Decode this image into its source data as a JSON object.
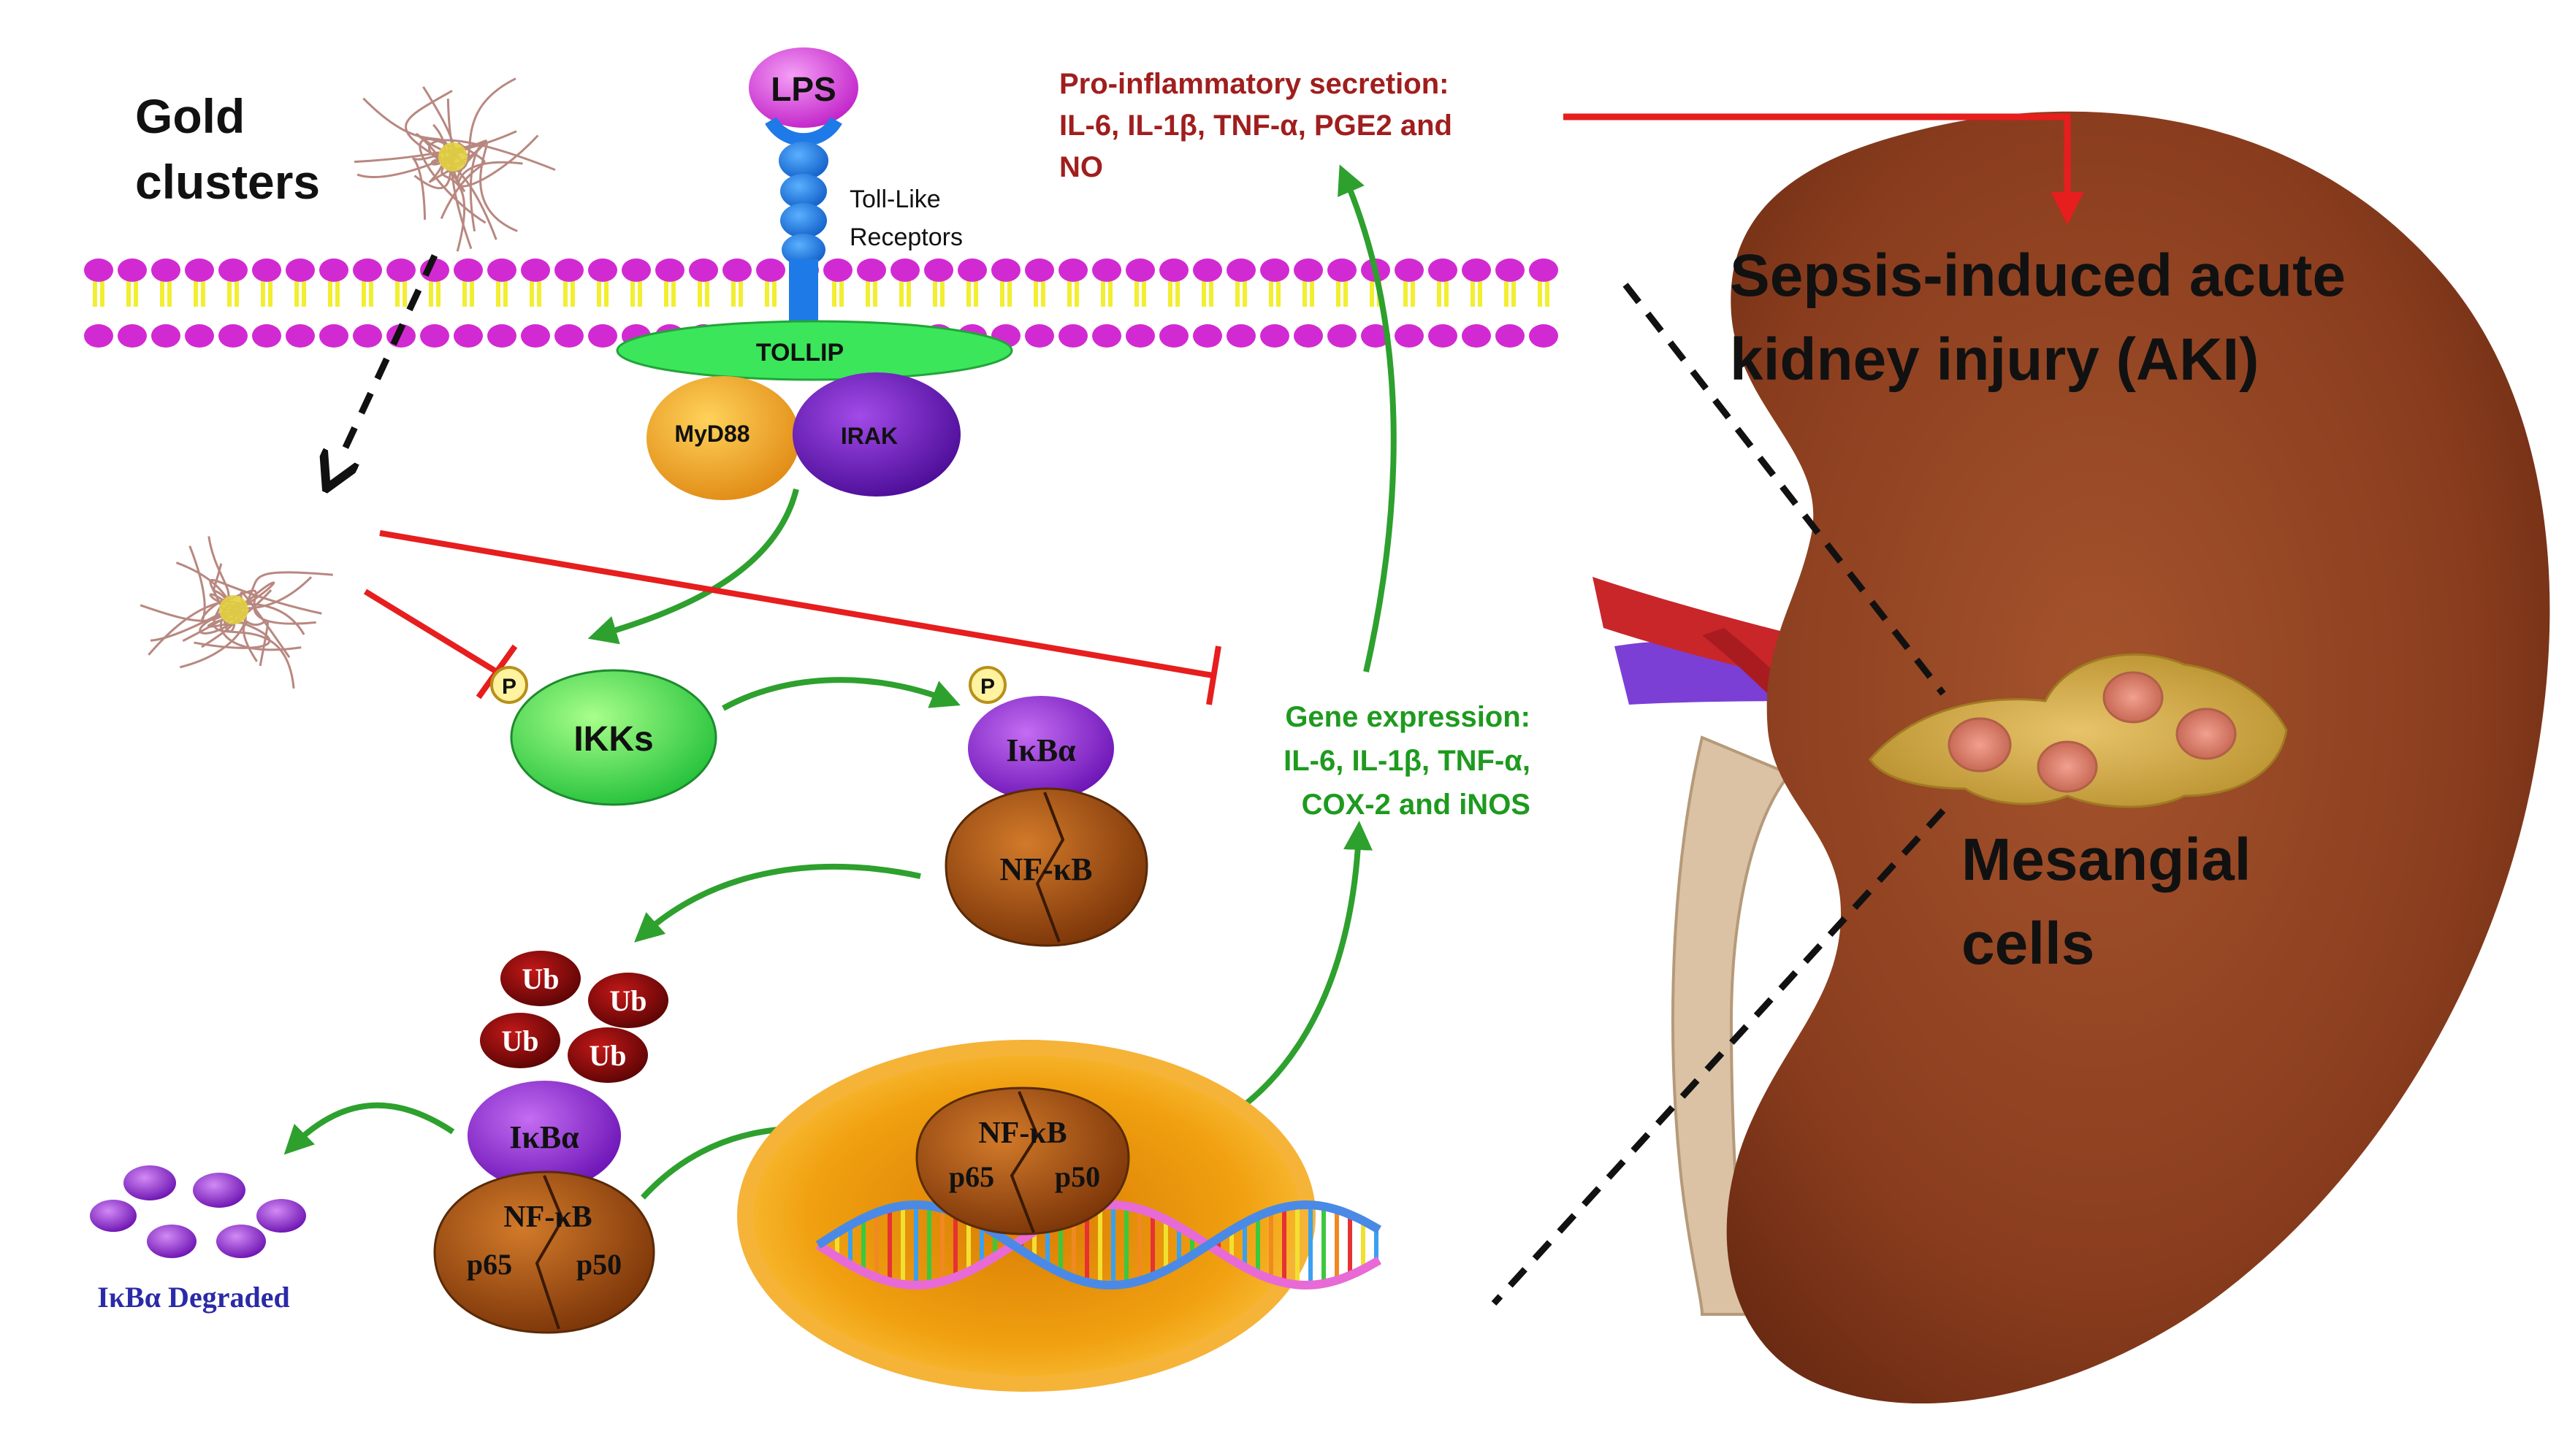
{
  "colors": {
    "inhibit": "#e61e1e",
    "activate": "#2ea02e",
    "pro_text": "#a01e1e",
    "gene_text": "#1e9a1e",
    "kidney": "#8a3d1e",
    "ikba": "#8a2ad0",
    "ikk": "#3fd83f",
    "nfkb": "#a24a10",
    "ub": "#8a0a0a",
    "membrane_head": "#d22ad2",
    "membrane_tail": "#f2ee30",
    "lps": "#d83ad8",
    "tlr": "#1e7ae6",
    "tollip": "#3ce65a",
    "myd88": "#f2a828",
    "irak": "#7a24c8",
    "nucleus": "#f2a410"
  },
  "labels": {
    "gold_line1": "Gold",
    "gold_line2": "clusters",
    "lps": "LPS",
    "tlr_line1": "Toll-Like",
    "tlr_line2": "Receptors",
    "tollip": "TOLLIP",
    "myd88": "MyD88",
    "irak": "IRAK",
    "p1": "P",
    "p2": "P",
    "ikks": "IKKs",
    "ikba_top": "IκBα",
    "nfkb_top": "NF-κB",
    "ub1": "Ub",
    "ub2": "Ub",
    "ub3": "Ub",
    "ub4": "Ub",
    "ikba_ub": "IκBα",
    "nfkb_cyto": "NF-κB",
    "p65_cyto": "p65",
    "p50_cyto": "p50",
    "degraded": "IκBα Degraded",
    "nfkb_nuc": "NF-κB",
    "p65_nuc": "p65",
    "p50_nuc": "p50",
    "pro_line1": "Pro-inflammatory secretion:",
    "pro_line2": "IL-6, IL-1β, TNF-α, PGE2 and",
    "pro_line3": "NO",
    "gene_line1": "Gene expression:",
    "gene_line2": "IL-6, IL-1β, TNF-α,",
    "gene_line3": "COX-2 and iNOS",
    "aki_line1": "Sepsis-induced acute",
    "aki_line2": "kidney injury (AKI)",
    "mes_line1": "Mesangial",
    "mes_line2": "cells"
  }
}
